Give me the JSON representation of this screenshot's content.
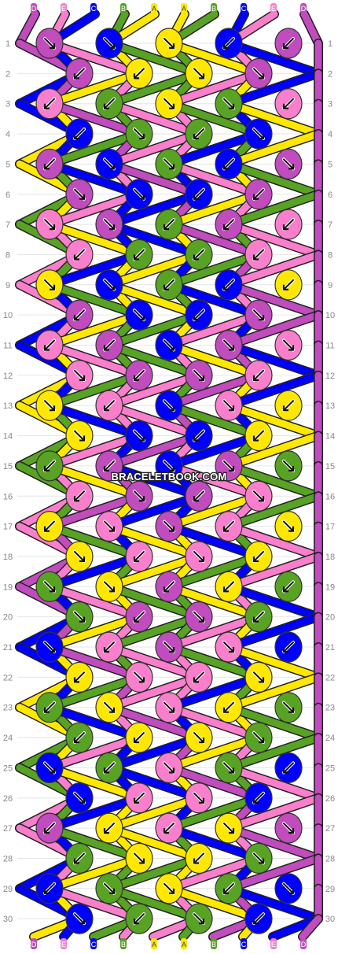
{
  "watermark": "BRACELETBOOK.COM",
  "colors": {
    "D": "#c04cbd",
    "E": "#f97fcc",
    "C": "#0000ff",
    "B": "#58a224",
    "A": "#ffe800"
  },
  "strands_top": [
    "D",
    "E",
    "C",
    "B",
    "A",
    "A",
    "B",
    "C",
    "E",
    "D"
  ],
  "strands_bottom": [
    "D",
    "E",
    "C",
    "B",
    "A",
    "A",
    "B",
    "C",
    "E",
    "D"
  ],
  "rows": [
    {
      "n": "1",
      "knots": [
        {
          "c": "D",
          "d": "se"
        },
        {
          "c": "C",
          "d": "se"
        },
        {
          "c": "A",
          "d": "se"
        },
        {
          "c": "C",
          "d": "sw"
        },
        {
          "c": "D",
          "d": "sw"
        }
      ]
    },
    {
      "n": "2",
      "knots": [
        {
          "c": "D",
          "d": "sw"
        },
        {
          "c": "A",
          "d": "sw"
        },
        {
          "c": "A",
          "d": "se"
        },
        {
          "c": "D",
          "d": "se"
        }
      ]
    },
    {
      "n": "3",
      "knots": [
        {
          "c": "E",
          "d": "sw"
        },
        {
          "c": "B",
          "d": "sw"
        },
        {
          "c": "A",
          "d": "se"
        },
        {
          "c": "B",
          "d": "se"
        },
        {
          "c": "E",
          "d": "sw"
        }
      ]
    },
    {
      "n": "4",
      "knots": [
        {
          "c": "C",
          "d": "sw"
        },
        {
          "c": "B",
          "d": "se"
        },
        {
          "c": "B",
          "d": "sw"
        },
        {
          "c": "C",
          "d": "se"
        }
      ]
    },
    {
      "n": "5",
      "knots": [
        {
          "c": "D",
          "d": "sw"
        },
        {
          "c": "C",
          "d": "se"
        },
        {
          "c": "B",
          "d": "se"
        },
        {
          "c": "C",
          "d": "sw"
        },
        {
          "c": "D",
          "d": "se"
        }
      ]
    },
    {
      "n": "6",
      "knots": [
        {
          "c": "D",
          "d": "se"
        },
        {
          "c": "C",
          "d": "se"
        },
        {
          "c": "C",
          "d": "sw"
        },
        {
          "c": "D",
          "d": "sw"
        }
      ]
    },
    {
      "n": "7",
      "knots": [
        {
          "c": "E",
          "d": "se"
        },
        {
          "c": "D",
          "d": "se"
        },
        {
          "c": "B",
          "d": "sw"
        },
        {
          "c": "D",
          "d": "sw"
        },
        {
          "c": "E",
          "d": "sw"
        }
      ]
    },
    {
      "n": "8",
      "knots": [
        {
          "c": "E",
          "d": "sw"
        },
        {
          "c": "B",
          "d": "sw"
        },
        {
          "c": "B",
          "d": "sw"
        },
        {
          "c": "E",
          "d": "sw"
        }
      ]
    },
    {
      "n": "9",
      "knots": [
        {
          "c": "A",
          "d": "se"
        },
        {
          "c": "C",
          "d": "se"
        },
        {
          "c": "B",
          "d": "sw"
        },
        {
          "c": "C",
          "d": "sw"
        },
        {
          "c": "A",
          "d": "sw"
        }
      ]
    },
    {
      "n": "10",
      "knots": [
        {
          "c": "D",
          "d": "sw"
        },
        {
          "c": "C",
          "d": "se"
        },
        {
          "c": "C",
          "d": "sw"
        },
        {
          "c": "D",
          "d": "se"
        }
      ]
    },
    {
      "n": "11",
      "knots": [
        {
          "c": "E",
          "d": "sw"
        },
        {
          "c": "D",
          "d": "sw"
        },
        {
          "c": "C",
          "d": "se"
        },
        {
          "c": "D",
          "d": "se"
        },
        {
          "c": "E",
          "d": "se"
        }
      ]
    },
    {
      "n": "12",
      "knots": [
        {
          "c": "E",
          "d": "se"
        },
        {
          "c": "D",
          "d": "sw"
        },
        {
          "c": "D",
          "d": "se"
        },
        {
          "c": "E",
          "d": "sw"
        }
      ]
    },
    {
      "n": "13",
      "knots": [
        {
          "c": "A",
          "d": "se"
        },
        {
          "c": "E",
          "d": "sw"
        },
        {
          "c": "C",
          "d": "se"
        },
        {
          "c": "E",
          "d": "se"
        },
        {
          "c": "A",
          "d": "sw"
        }
      ]
    },
    {
      "n": "14",
      "knots": [
        {
          "c": "A",
          "d": "se"
        },
        {
          "c": "C",
          "d": "se"
        },
        {
          "c": "C",
          "d": "sw"
        },
        {
          "c": "A",
          "d": "sw"
        }
      ]
    },
    {
      "n": "15",
      "knots": [
        {
          "c": "B",
          "d": "sw"
        },
        {
          "c": "D",
          "d": "sw"
        },
        {
          "c": "C",
          "d": "se"
        },
        {
          "c": "D",
          "d": "se"
        },
        {
          "c": "B",
          "d": "se"
        }
      ]
    },
    {
      "n": "16",
      "knots": [
        {
          "c": "E",
          "d": "sw"
        },
        {
          "c": "D",
          "d": "se"
        },
        {
          "c": "D",
          "d": "sw"
        },
        {
          "c": "E",
          "d": "se"
        }
      ]
    },
    {
      "n": "17",
      "knots": [
        {
          "c": "A",
          "d": "sw"
        },
        {
          "c": "E",
          "d": "se"
        },
        {
          "c": "D",
          "d": "se"
        },
        {
          "c": "E",
          "d": "sw"
        },
        {
          "c": "A",
          "d": "se"
        }
      ]
    },
    {
      "n": "18",
      "knots": [
        {
          "c": "A",
          "d": "se"
        },
        {
          "c": "E",
          "d": "sw"
        },
        {
          "c": "E",
          "d": "se"
        },
        {
          "c": "A",
          "d": "sw"
        }
      ]
    },
    {
      "n": "19",
      "knots": [
        {
          "c": "B",
          "d": "se"
        },
        {
          "c": "A",
          "d": "se"
        },
        {
          "c": "D",
          "d": "sw"
        },
        {
          "c": "A",
          "d": "sw"
        },
        {
          "c": "B",
          "d": "sw"
        }
      ]
    },
    {
      "n": "20",
      "knots": [
        {
          "c": "B",
          "d": "se"
        },
        {
          "c": "D",
          "d": "sw"
        },
        {
          "c": "D",
          "d": "se"
        },
        {
          "c": "B",
          "d": "sw"
        }
      ]
    },
    {
      "n": "21",
      "knots": [
        {
          "c": "C",
          "d": "se"
        },
        {
          "c": "E",
          "d": "sw"
        },
        {
          "c": "D",
          "d": "se"
        },
        {
          "c": "E",
          "d": "se"
        },
        {
          "c": "C",
          "d": "sw"
        }
      ]
    },
    {
      "n": "22",
      "knots": [
        {
          "c": "A",
          "d": "sw"
        },
        {
          "c": "E",
          "d": "se"
        },
        {
          "c": "E",
          "d": "sw"
        },
        {
          "c": "A",
          "d": "se"
        }
      ]
    },
    {
      "n": "23",
      "knots": [
        {
          "c": "B",
          "d": "sw"
        },
        {
          "c": "A",
          "d": "se"
        },
        {
          "c": "E",
          "d": "se"
        },
        {
          "c": "A",
          "d": "sw"
        },
        {
          "c": "B",
          "d": "se"
        }
      ]
    },
    {
      "n": "24",
      "knots": [
        {
          "c": "B",
          "d": "sw"
        },
        {
          "c": "A",
          "d": "sw"
        },
        {
          "c": "A",
          "d": "se"
        },
        {
          "c": "B",
          "d": "se"
        }
      ]
    },
    {
      "n": "25",
      "knots": [
        {
          "c": "C",
          "d": "se"
        },
        {
          "c": "B",
          "d": "sw"
        },
        {
          "c": "E",
          "d": "se"
        },
        {
          "c": "B",
          "d": "se"
        },
        {
          "c": "C",
          "d": "sw"
        }
      ]
    },
    {
      "n": "26",
      "knots": [
        {
          "c": "C",
          "d": "se"
        },
        {
          "c": "E",
          "d": "sw"
        },
        {
          "c": "E",
          "d": "se"
        },
        {
          "c": "C",
          "d": "sw"
        }
      ]
    },
    {
      "n": "27",
      "knots": [
        {
          "c": "D",
          "d": "sw"
        },
        {
          "c": "A",
          "d": "sw"
        },
        {
          "c": "E",
          "d": "sw"
        },
        {
          "c": "A",
          "d": "se"
        },
        {
          "c": "D",
          "d": "se"
        }
      ]
    },
    {
      "n": "28",
      "knots": [
        {
          "c": "B",
          "d": "sw"
        },
        {
          "c": "A",
          "d": "se"
        },
        {
          "c": "A",
          "d": "sw"
        },
        {
          "c": "B",
          "d": "se"
        }
      ]
    },
    {
      "n": "29",
      "knots": [
        {
          "c": "C",
          "d": "sw"
        },
        {
          "c": "B",
          "d": "se"
        },
        {
          "c": "A",
          "d": "se"
        },
        {
          "c": "B",
          "d": "sw"
        },
        {
          "c": "C",
          "d": "se"
        }
      ]
    },
    {
      "n": "30",
      "knots": [
        {
          "c": "C",
          "d": "se"
        },
        {
          "c": "B",
          "d": "sw"
        },
        {
          "c": "B",
          "d": "se"
        },
        {
          "c": "C",
          "d": "sw"
        }
      ]
    }
  ]
}
